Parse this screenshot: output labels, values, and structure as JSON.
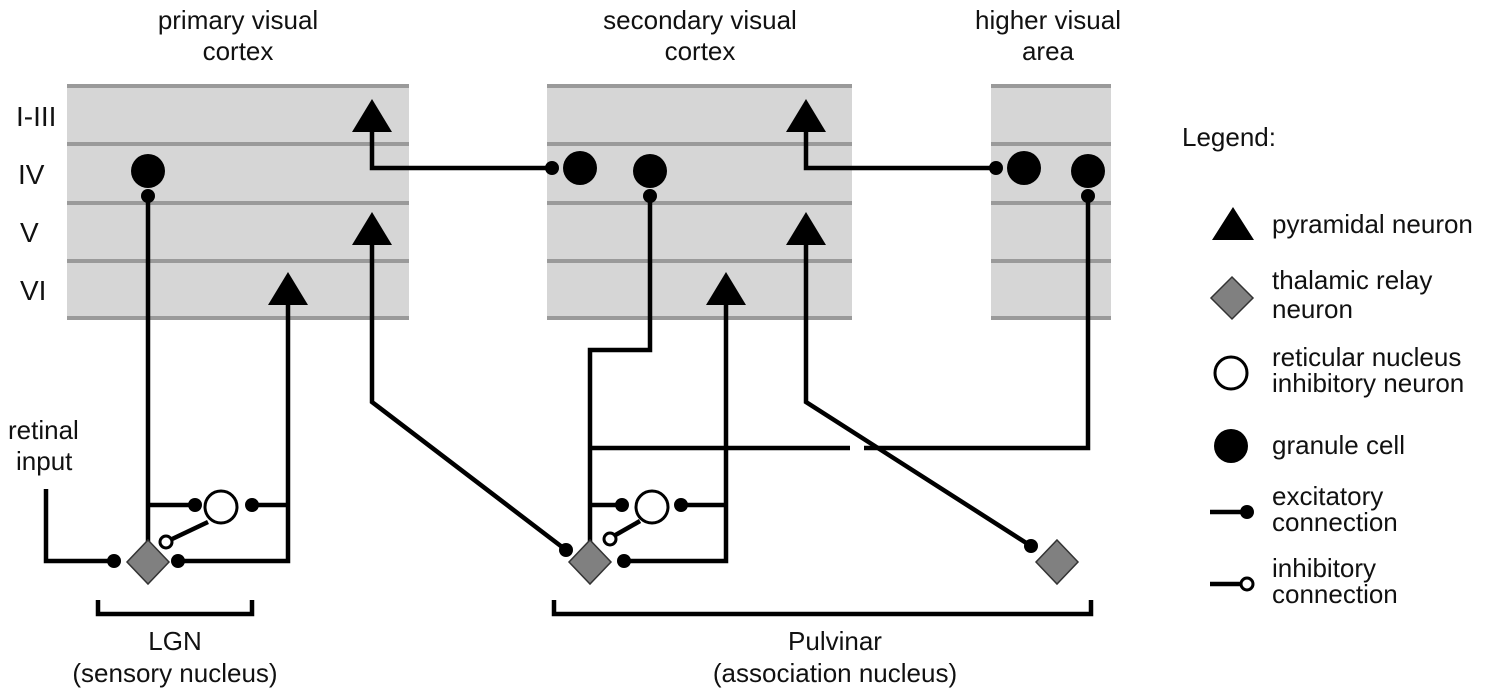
{
  "regions": {
    "v1": {
      "title_line1": "primary visual",
      "title_line2": "cortex"
    },
    "v2": {
      "title_line1": "secondary visual",
      "title_line2": "cortex"
    },
    "hva": {
      "title_line1": "higher visual",
      "title_line2": "area"
    }
  },
  "layers": [
    "I-III",
    "IV",
    "V",
    "VI"
  ],
  "retinal_input": {
    "line1": "retinal",
    "line2": "input"
  },
  "lgn": {
    "line1": "LGN",
    "line2": "(sensory nucleus)"
  },
  "pulvinar": {
    "line1": "Pulvinar",
    "line2": "(association nucleus)"
  },
  "legend": {
    "title": "Legend:",
    "items": [
      {
        "icon": "pyramidal-neuron-icon",
        "line1": "pyramidal neuron",
        "line2": ""
      },
      {
        "icon": "thalamic-relay-neuron-icon",
        "line1": "thalamic relay",
        "line2": "neuron"
      },
      {
        "icon": "inhibitory-neuron-icon",
        "line1": "reticular nucleus",
        "line2": "inhibitory neuron"
      },
      {
        "icon": "granule-cell-icon",
        "line1": "granule cell",
        "line2": ""
      },
      {
        "icon": "excitatory-connection-icon",
        "line1": "excitatory",
        "line2": "connection"
      },
      {
        "icon": "inhibitory-connection-icon",
        "line1": "inhibitory",
        "line2": "connection"
      }
    ]
  },
  "colors": {
    "cortex_band": "#d6d6d6",
    "layer_rule": "#9a9a9a",
    "relay_neuron": "#808080",
    "wire": "#000000"
  }
}
